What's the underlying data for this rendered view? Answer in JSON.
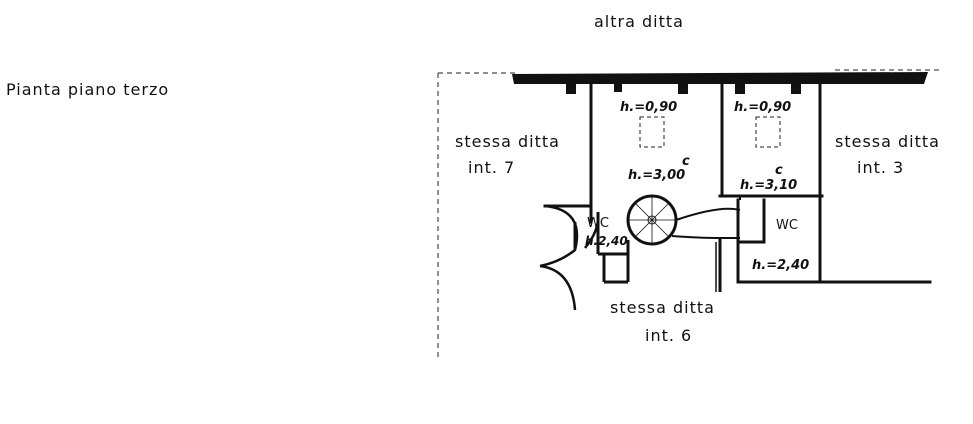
{
  "title": "Pianta piano terzo",
  "labels": {
    "top": "altra ditta",
    "left_name": "stessa ditta",
    "left_int": "int. 7",
    "right_name": "stessa ditta",
    "right_int": "int. 3",
    "bottom_name": "stessa ditta",
    "bottom_int": "int. 6"
  },
  "rooms": {
    "room_a_height": "h.=0,90",
    "room_b_height": "h.=0,90",
    "c1": "c",
    "c1_height": "h.=3,00",
    "c2": "c",
    "c2_height": "h.=3,10",
    "wc_left": "WC",
    "wc_left_height": "h.2,40",
    "wc_right": "WC",
    "wc_right_height": "h.=2,40"
  }
}
